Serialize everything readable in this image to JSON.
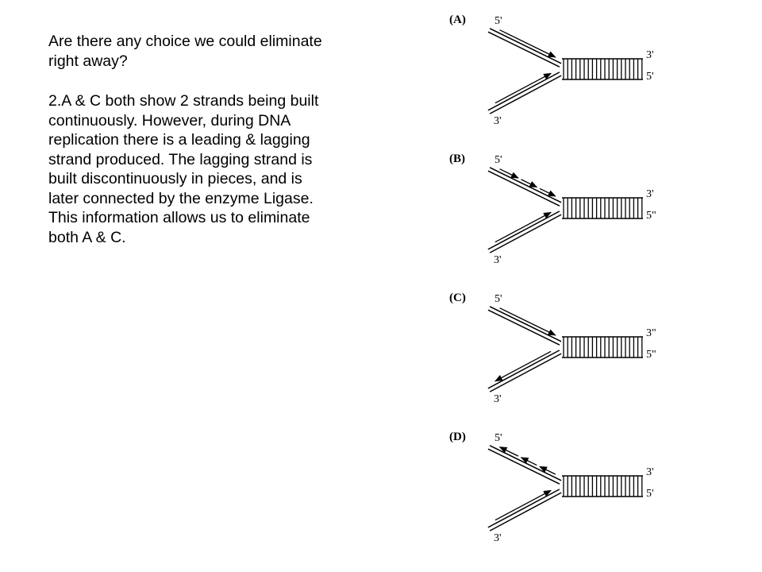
{
  "question": {
    "lines": [
      "Are there any choice we could eliminate",
      "right away?"
    ]
  },
  "explanation": {
    "lines": [
      "2.A & C both show 2 strands being built",
      "continuously.  However, during DNA",
      "replication there is a leading & lagging",
      "strand produced.  The lagging strand is",
      "built discontinuously in pieces, and is",
      "later connected by the enzyme Ligase.",
      "This information allows us to eliminate",
      "both A & C."
    ]
  },
  "diagrams": [
    {
      "label": "(A)",
      "top_end": "5'",
      "right_top": "3'",
      "right_bottom": "5'",
      "bottom_end": "3'",
      "upper_strand": "continuous-toward-fork",
      "lower_strand": "continuous-toward-fork"
    },
    {
      "label": "(B)",
      "top_end": "5'",
      "right_top": "3'",
      "right_bottom": "5\"",
      "bottom_end": "3'",
      "upper_strand": "fragments-toward-fork",
      "lower_strand": "continuous-toward-fork"
    },
    {
      "label": "(C)",
      "top_end": "5'",
      "right_top": "3\"",
      "right_bottom": "5\"",
      "bottom_end": "3'",
      "upper_strand": "continuous-toward-fork",
      "lower_strand": "continuous-away-from-fork"
    },
    {
      "label": "(D)",
      "top_end": "5'",
      "right_top": "3'",
      "right_bottom": "5'",
      "bottom_end": "3'",
      "upper_strand": "fragments-away-from-fork",
      "lower_strand": "continuous-toward-fork"
    }
  ]
}
